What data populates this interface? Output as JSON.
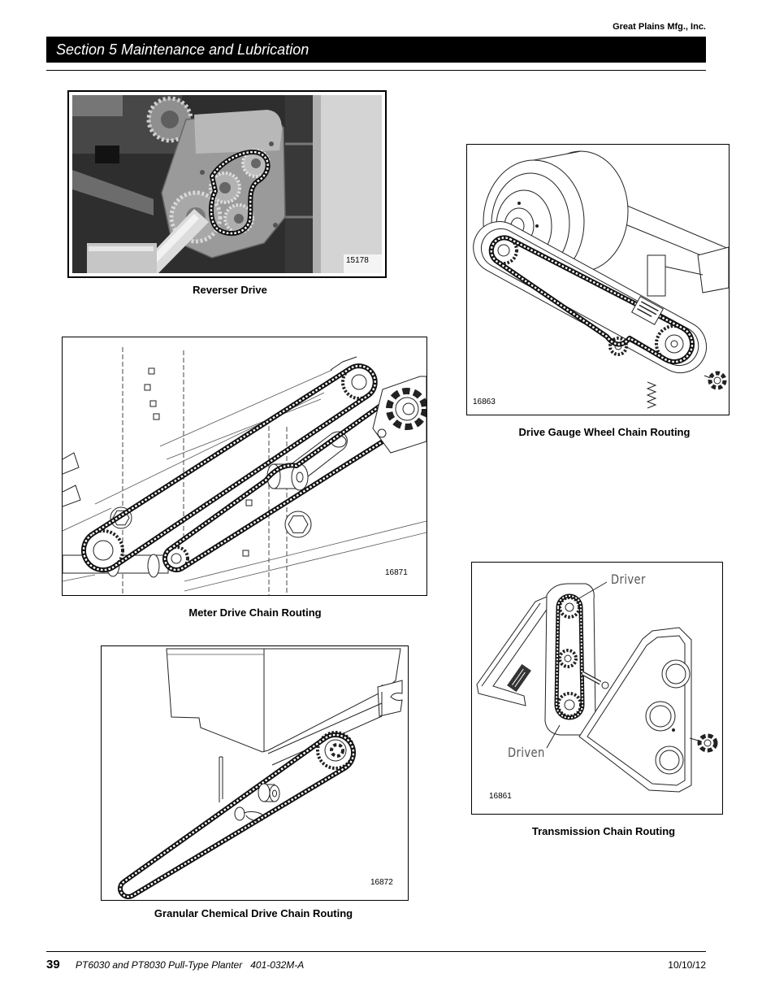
{
  "header": {
    "company": "Great Plains Mfg., Inc.",
    "section_title": "Section 5 Maintenance and Lubrication"
  },
  "figures": {
    "reverser": {
      "caption": "Reverser Drive",
      "number": "15178"
    },
    "meter": {
      "caption": "Meter Drive Chain Routing",
      "number": "16871"
    },
    "granular": {
      "caption": "Granular Chemical Drive Chain Routing",
      "number": "16872"
    },
    "gauge": {
      "caption": "Drive Gauge Wheel Chain Routing",
      "number": "16863"
    },
    "transmission": {
      "caption": "Transmission Chain Routing",
      "number": "16861",
      "driver_label": "Driver",
      "driven_label": "Driven"
    }
  },
  "footer": {
    "page_number": "39",
    "manual_title": "PT6030 and PT8030 Pull-Type Planter   401-032M-A",
    "date": "10/10/12"
  }
}
